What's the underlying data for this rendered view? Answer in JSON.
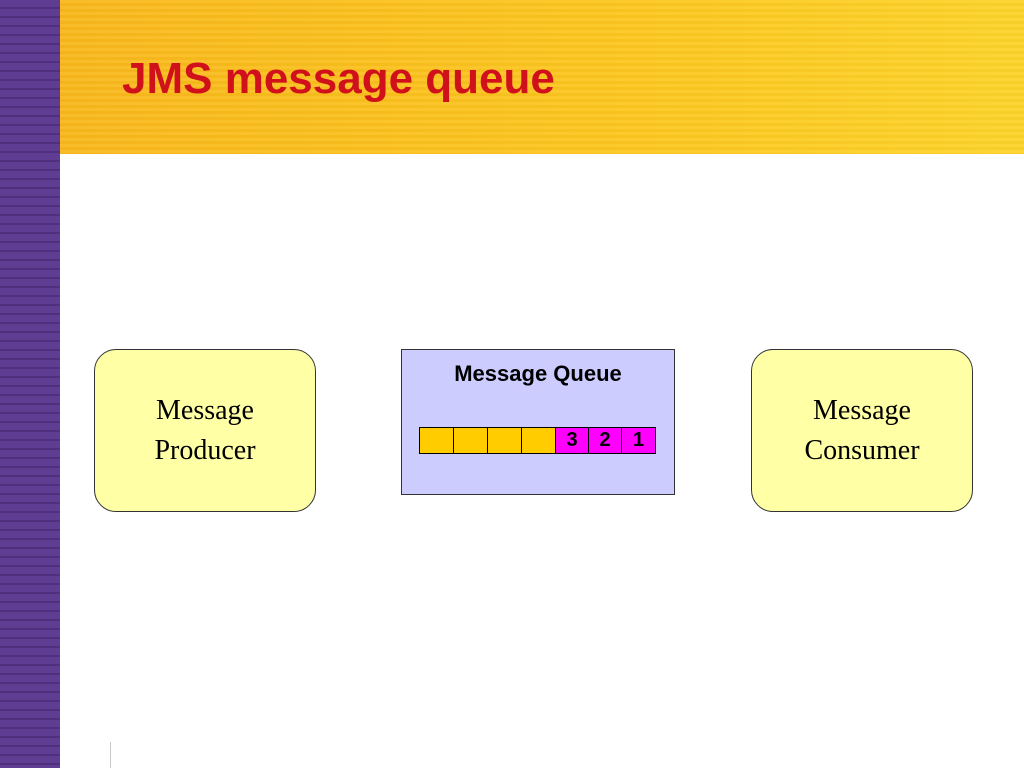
{
  "slide": {
    "title": "JMS message queue"
  },
  "colors": {
    "title": "#d0101b",
    "header_band": "#fcc21a",
    "left_stripe": "#5b3a8e",
    "node_fill": "#ffffa6",
    "queue_fill": "#ccccff",
    "empty_slot": "#ffcc00",
    "message_slot": "#ff00ff"
  },
  "diagram": {
    "producer": {
      "label_line1": "Message",
      "label_line2": "Producer"
    },
    "queue": {
      "title": "Message Queue",
      "slots": [
        {
          "text": "",
          "filled": false
        },
        {
          "text": "",
          "filled": false
        },
        {
          "text": "",
          "filled": false
        },
        {
          "text": "",
          "filled": false
        },
        {
          "text": "3",
          "filled": true
        },
        {
          "text": "2",
          "filled": true
        },
        {
          "text": "1",
          "filled": true
        }
      ]
    },
    "consumer": {
      "label_line1": "Message",
      "label_line2": "Consumer"
    }
  }
}
